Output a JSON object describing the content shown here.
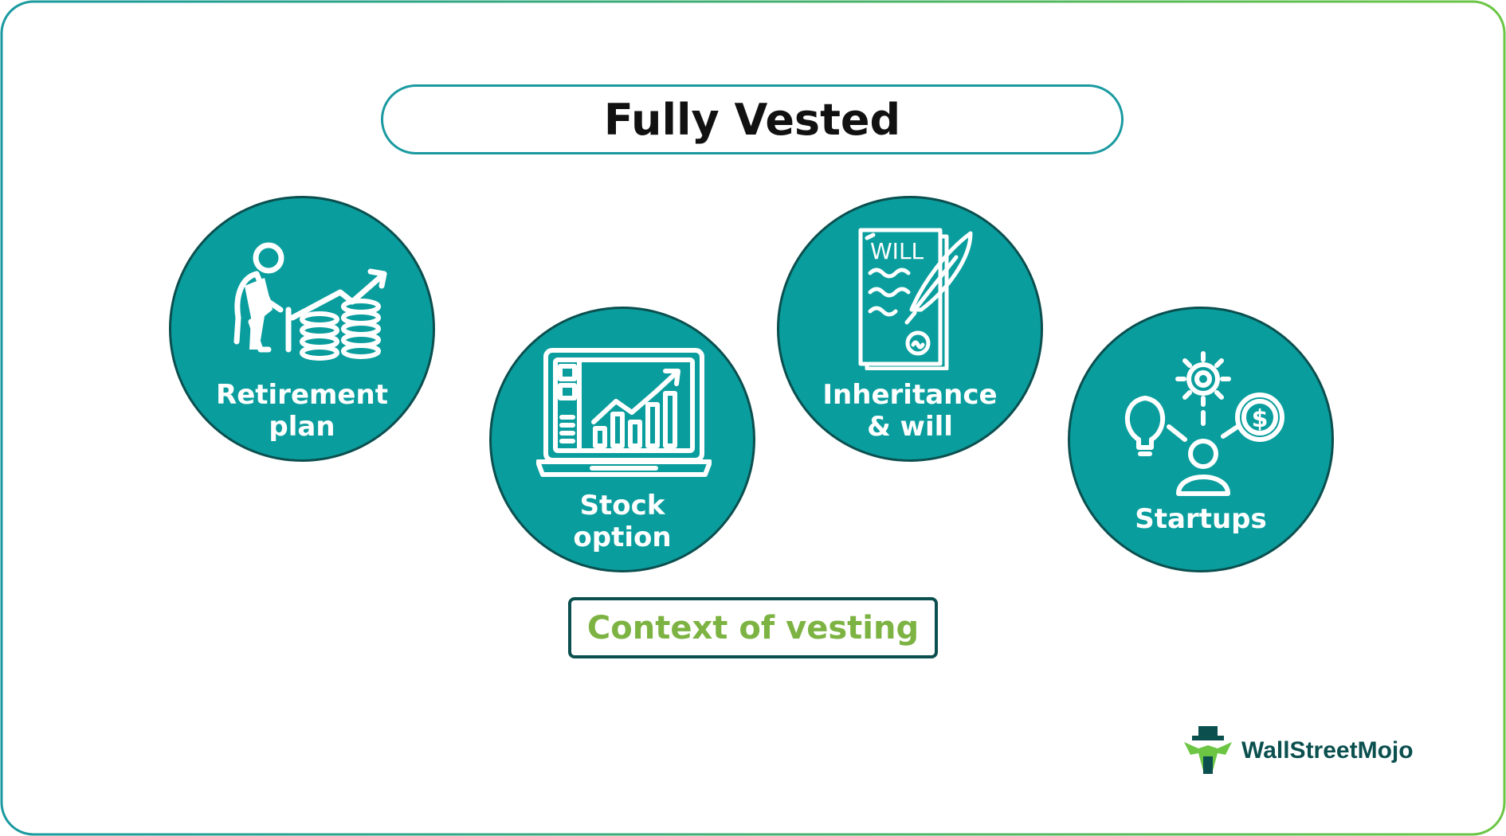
{
  "title": "Fully Vested",
  "items": [
    {
      "label_line1": "Retirement",
      "label_line2": "plan",
      "icon": "elderly-coins-growth-icon"
    },
    {
      "label_line1": "Stock",
      "label_line2": "option",
      "icon": "laptop-chart-icon"
    },
    {
      "label_line1": "Inheritance",
      "label_line2": "& will",
      "icon": "will-document-quill-icon",
      "icon_text": "WILL"
    },
    {
      "label_line1": "Startups",
      "icon": "startup-network-icon"
    }
  ],
  "footer_label": "Context of vesting",
  "brand": {
    "name": "WallStreetMojo"
  },
  "colors": {
    "circle_fill": "#0a9d9d",
    "circle_border": "#0b4f4f",
    "accent_green": "#7cb342",
    "frame_teal": "#1a9aa0",
    "frame_green": "#6cc644"
  }
}
